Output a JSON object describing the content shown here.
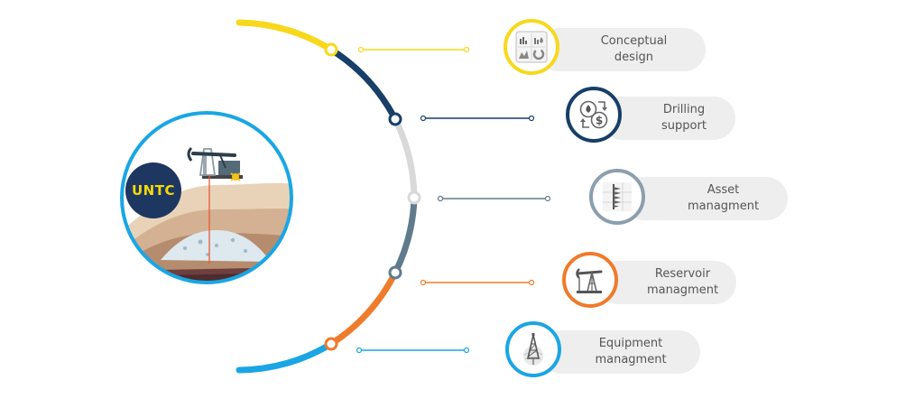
{
  "logo": {
    "text": "UNTC"
  },
  "items": [
    {
      "id": "conceptual-design",
      "label": "Conceptual\ndesign",
      "color": "#f7d81c",
      "icon": "chart-icon"
    },
    {
      "id": "drilling-support",
      "label": "Drilling\nsupport",
      "color": "#173f67",
      "icon": "oil-dollar-exchange-icon"
    },
    {
      "id": "asset-management",
      "label": "Asset\nmanagment",
      "color": "#8b9fad",
      "icon": "wellbore-icon"
    },
    {
      "id": "reservoir-management",
      "label": "Reservoir\nmanagment",
      "color": "#ef7b2c",
      "icon": "pumpjack-icon"
    },
    {
      "id": "equipment-management",
      "label": "Equipment\nmanagment",
      "color": "#1aa6e4",
      "icon": "drilling-rig-icon"
    }
  ],
  "colors": {
    "arc_yellow": "#f7d81c",
    "arc_navy": "#173f67",
    "arc_gray": "#d9d9d9",
    "arc_slate": "#5f7b8c",
    "arc_orange": "#ef7b2c",
    "arc_blue": "#1aa6e4",
    "pill_bg": "#eeeeee",
    "label_text": "#555555"
  }
}
